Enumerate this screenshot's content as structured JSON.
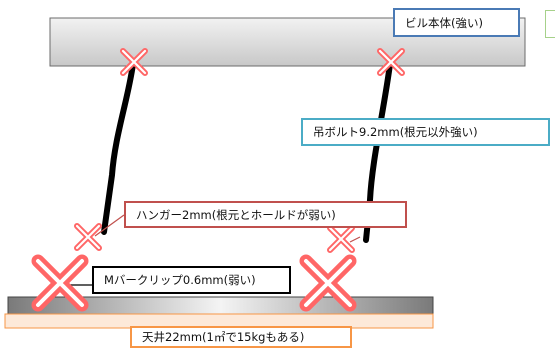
{
  "labels": {
    "building": "ビル本体(強い)",
    "bolt": "吊ボルト9.2mm(根元以外強い)",
    "hanger": "ハンガー2mm(根元とホールドが弱い)",
    "clip": "Mバークリップ0.6mm(弱い)",
    "ceiling": "天井22mm(1㎡で15kgもある)"
  },
  "colors": {
    "building_border": "#4a7ab5",
    "bolt_border": "#4bacc6",
    "hanger_border": "#c0504d",
    "clip_border": "#000000",
    "ceiling_border": "#f79646",
    "cross": "#ff6666"
  },
  "icons": [
    "cross-mark-icon"
  ]
}
